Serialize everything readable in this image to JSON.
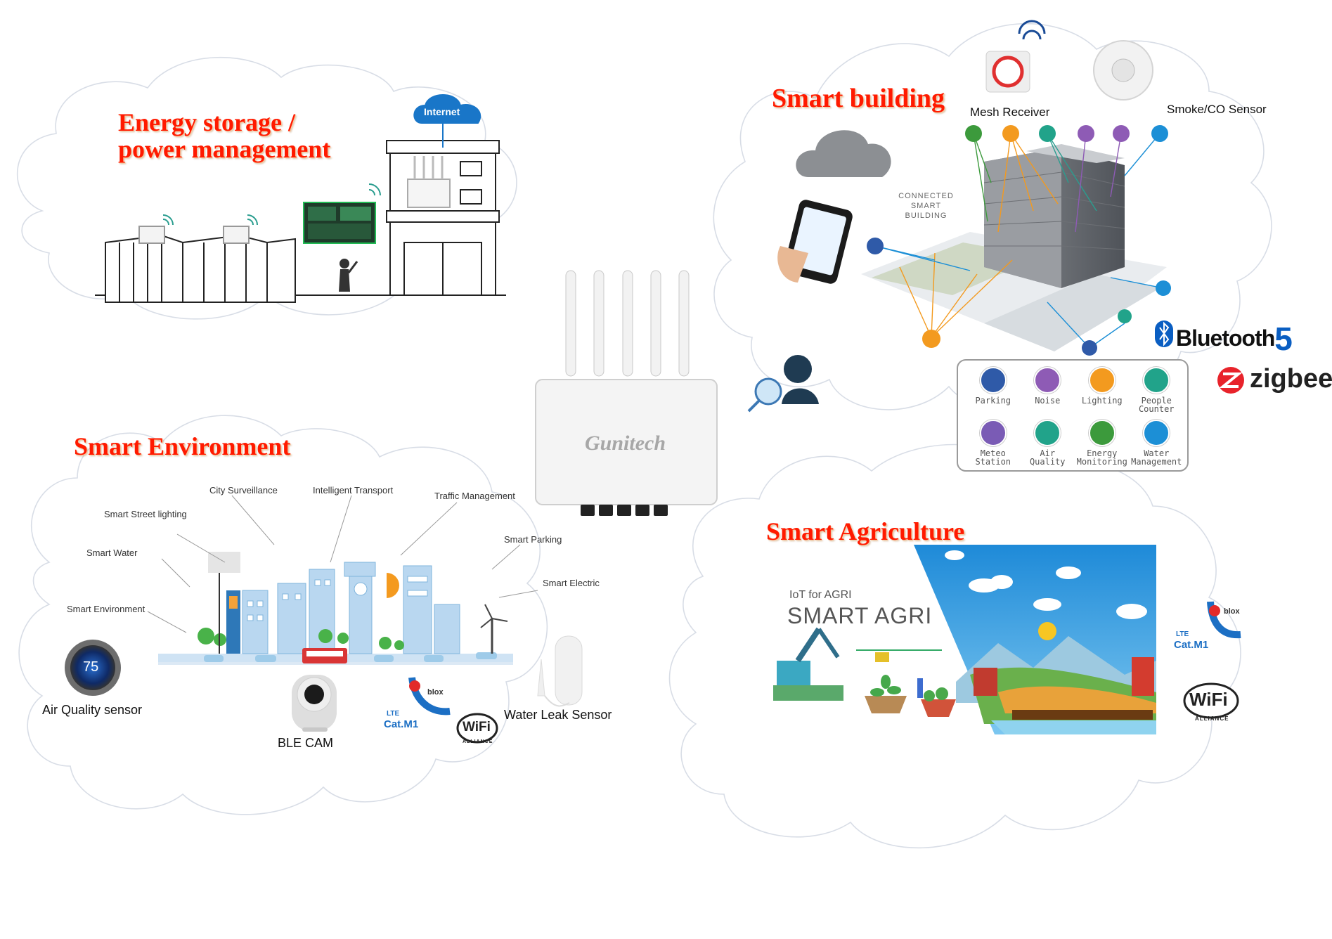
{
  "sections": {
    "energy": {
      "title_line1": "Energy storage /",
      "title_line2": "power management",
      "internet_label": "Internet"
    },
    "building": {
      "title": "Smart building",
      "mesh_receiver": "Mesh Receiver",
      "smoke_sensor": "Smoke/CO Sensor",
      "connected_line1": "CONNECTED",
      "connected_line2": "SMART",
      "connected_line3": "BUILDING",
      "bluetooth": "Bluetooth",
      "bluetooth_version": "5",
      "zigbee": "zigbee",
      "legend": [
        {
          "line1": "Parking",
          "line2": "",
          "icon": "parking-icon",
          "color": "#2f5aa8"
        },
        {
          "line1": "Noise",
          "line2": "",
          "icon": "noise-icon",
          "color": "#8e5bb5"
        },
        {
          "line1": "Lighting",
          "line2": "",
          "icon": "lighting-icon",
          "color": "#f39a1f"
        },
        {
          "line1": "People",
          "line2": "Counter",
          "icon": "people-counter-icon",
          "color": "#21a38a"
        },
        {
          "line1": "Meteo",
          "line2": "Station",
          "icon": "meteo-icon",
          "color": "#7a5bb5"
        },
        {
          "line1": "Air",
          "line2": "Quality",
          "icon": "air-quality-icon",
          "color": "#21a38a"
        },
        {
          "line1": "Energy",
          "line2": "Monitoring",
          "icon": "energy-monitoring-icon",
          "color": "#3c9a3c"
        },
        {
          "line1": "Water",
          "line2": "Management",
          "icon": "water-icon",
          "color": "#1c8fd6"
        }
      ]
    },
    "environment": {
      "title": "Smart Environment",
      "labels": {
        "city_surveillance": "City Surveillance",
        "intelligent_transport": "Intelligent Transport",
        "traffic_management": "Traffic Management",
        "street_lighting": "Smart Street lighting",
        "smart_water": "Smart Water",
        "smart_parking": "Smart Parking",
        "smart_electric": "Smart Electric",
        "smart_environment": "Smart Environment"
      },
      "air_quality_sensor": "Air Quality sensor",
      "thermostat_value": "75",
      "ble_cam": "BLE CAM",
      "water_leak_sensor": "Water Leak Sensor",
      "lte_line1": "LTE",
      "lte_line2": "Cat.M1",
      "ublox": "blox",
      "wifi": "WiFi",
      "wifi_sub": "ALLIANCE"
    },
    "agriculture": {
      "title": "Smart Agriculture",
      "iot_label": "IoT for AGRI",
      "smart_agri": "SMART AGRI",
      "lte_line1": "LTE",
      "lte_line2": "Cat.M1",
      "ublox": "blox",
      "wifi": "WiFi",
      "wifi_sub": "ALLIANCE"
    },
    "gateway": {
      "brand": "Gunitech"
    }
  }
}
